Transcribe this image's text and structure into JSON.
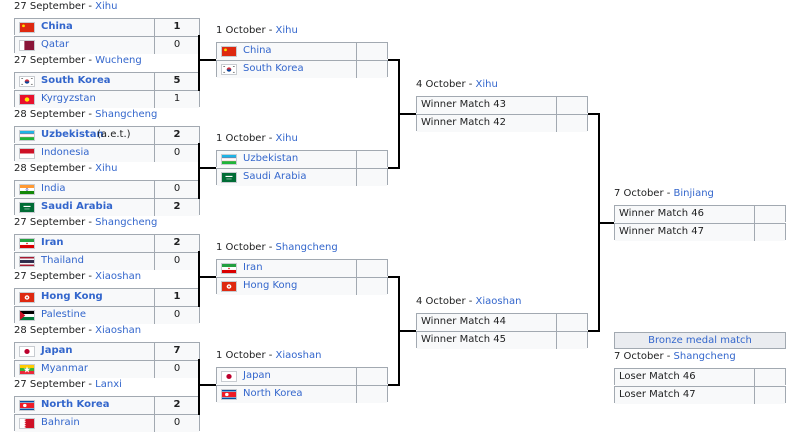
{
  "round1": [
    {
      "date": "27 September",
      "venue": "Xihu",
      "teams": [
        {
          "name": "China",
          "score": "1",
          "win": true,
          "flag": "china"
        },
        {
          "name": "Qatar",
          "score": "0",
          "win": false,
          "flag": "qatar"
        }
      ]
    },
    {
      "date": "27 September",
      "venue": "Wucheng",
      "teams": [
        {
          "name": "South Korea",
          "score": "5",
          "win": true,
          "flag": "korea"
        },
        {
          "name": "Kyrgyzstan",
          "score": "1",
          "win": false,
          "flag": "kyrgyzstan"
        }
      ]
    },
    {
      "date": "28 September",
      "venue": "Shangcheng",
      "teams": [
        {
          "name": "Uzbekistan",
          "note": "(a.e.t.)",
          "score": "2",
          "win": true,
          "flag": "uzbekistan"
        },
        {
          "name": "Indonesia",
          "score": "0",
          "win": false,
          "flag": "indonesia"
        }
      ]
    },
    {
      "date": "28 September",
      "venue": "Xihu",
      "teams": [
        {
          "name": "India",
          "score": "0",
          "win": false,
          "flag": "india"
        },
        {
          "name": "Saudi Arabia",
          "score": "2",
          "win": true,
          "flag": "saudi"
        }
      ]
    },
    {
      "date": "27 September",
      "venue": "Shangcheng",
      "teams": [
        {
          "name": "Iran",
          "score": "2",
          "win": true,
          "flag": "iran"
        },
        {
          "name": "Thailand",
          "score": "0",
          "win": false,
          "flag": "thailand"
        }
      ]
    },
    {
      "date": "27 September",
      "venue": "Xiaoshan",
      "teams": [
        {
          "name": "Hong Kong",
          "score": "1",
          "win": true,
          "flag": "hongkong"
        },
        {
          "name": "Palestine",
          "score": "0",
          "win": false,
          "flag": "palestine"
        }
      ]
    },
    {
      "date": "28 September",
      "venue": "Xiaoshan",
      "teams": [
        {
          "name": "Japan",
          "score": "7",
          "win": true,
          "flag": "japan"
        },
        {
          "name": "Myanmar",
          "score": "0",
          "win": false,
          "flag": "myanmar"
        }
      ]
    },
    {
      "date": "27 September",
      "venue": "Lanxi",
      "teams": [
        {
          "name": "North Korea",
          "score": "2",
          "win": true,
          "flag": "northkorea"
        },
        {
          "name": "Bahrain",
          "score": "0",
          "win": false,
          "flag": "bahrain"
        }
      ]
    }
  ],
  "quarterfinals": [
    {
      "date": "1 October",
      "venue": "Xihu",
      "teams": [
        {
          "name": "China",
          "score": "",
          "flag": "china"
        },
        {
          "name": "South Korea",
          "score": "",
          "flag": "korea"
        }
      ]
    },
    {
      "date": "1 October",
      "venue": "Xihu",
      "teams": [
        {
          "name": "Uzbekistan",
          "score": "",
          "flag": "uzbekistan"
        },
        {
          "name": "Saudi Arabia",
          "score": "",
          "flag": "saudi"
        }
      ]
    },
    {
      "date": "1 October",
      "venue": "Shangcheng",
      "teams": [
        {
          "name": "Iran",
          "score": "",
          "flag": "iran"
        },
        {
          "name": "Hong Kong",
          "score": "",
          "flag": "hongkong"
        }
      ]
    },
    {
      "date": "1 October",
      "venue": "Xiaoshan",
      "teams": [
        {
          "name": "Japan",
          "score": "",
          "flag": "japan"
        },
        {
          "name": "North Korea",
          "score": "",
          "flag": "northkorea"
        }
      ]
    }
  ],
  "semifinals": [
    {
      "date": "4 October",
      "venue": "Xihu",
      "teams": [
        {
          "name": "Winner Match 43",
          "score": ""
        },
        {
          "name": "Winner Match 42",
          "score": ""
        }
      ]
    },
    {
      "date": "4 October",
      "venue": "Xiaoshan",
      "teams": [
        {
          "name": "Winner Match 44",
          "score": ""
        },
        {
          "name": "Winner Match 45",
          "score": ""
        }
      ]
    }
  ],
  "final": {
    "date": "7 October",
    "venue": "Binjiang",
    "teams": [
      {
        "name": "Winner Match 46",
        "score": ""
      },
      {
        "name": "Winner Match 47",
        "score": ""
      }
    ]
  },
  "bronze": {
    "title": "Bronze medal match",
    "date": "7 October",
    "venue": "Shangcheng",
    "teams": [
      {
        "name": "Loser Match 46",
        "score": ""
      },
      {
        "name": "Loser Match 47",
        "score": ""
      }
    ]
  },
  "colors": {
    "link": "#3366cc",
    "border": "#a2a9b1",
    "cell": "#f8f9fa",
    "header_cell": "#eaecf0"
  }
}
